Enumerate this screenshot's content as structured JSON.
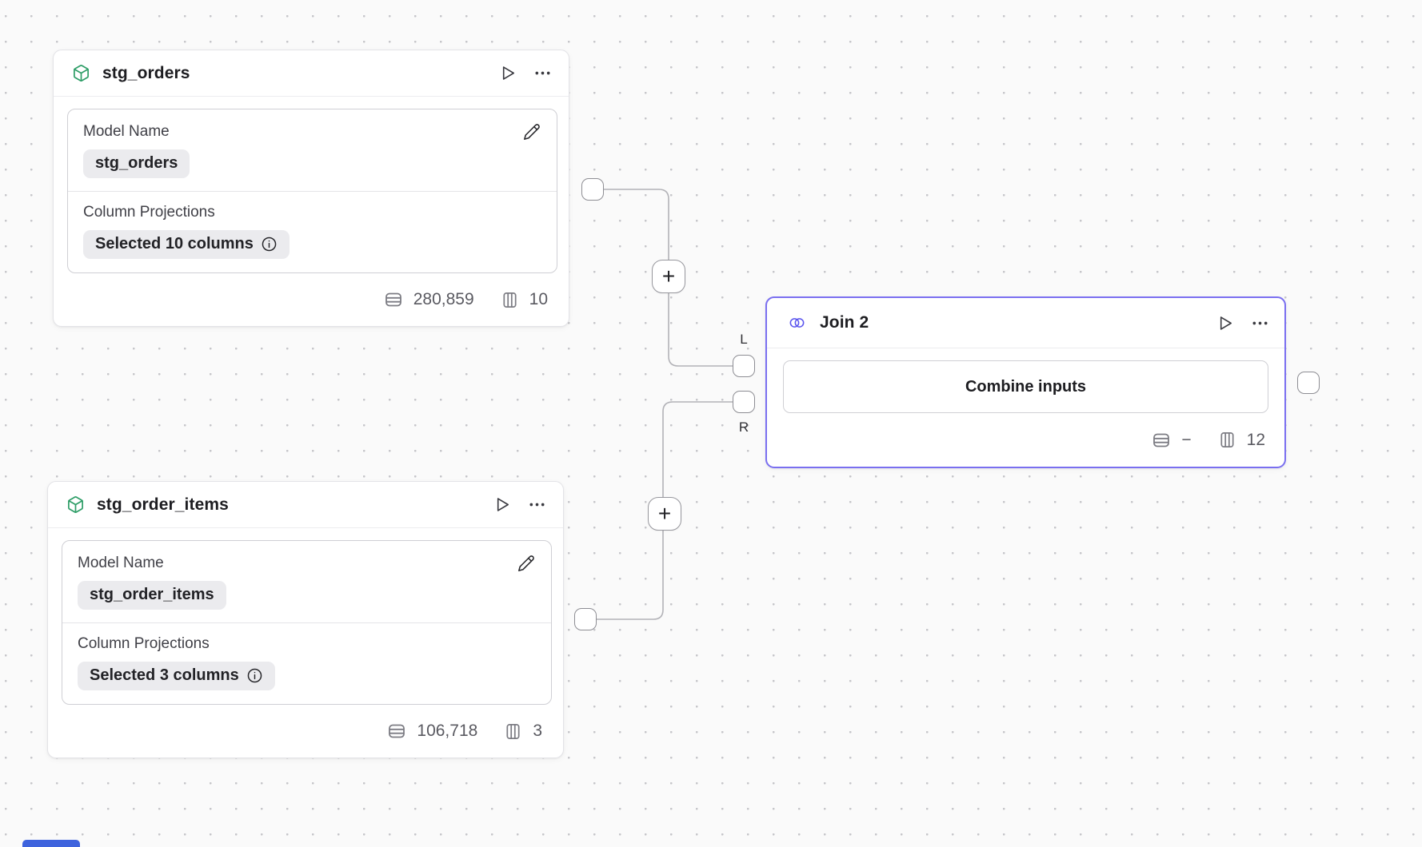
{
  "ui": {
    "add_edge_node_label": "+"
  },
  "nodes": {
    "stg_orders": {
      "title": "stg_orders",
      "model_name_label": "Model Name",
      "model_name_value": "stg_orders",
      "projections_label": "Column Projections",
      "projections_value": "Selected 10 columns",
      "stats": {
        "rows": "280,859",
        "columns": "10"
      }
    },
    "stg_order_items": {
      "title": "stg_order_items",
      "model_name_label": "Model Name",
      "model_name_value": "stg_order_items",
      "projections_label": "Column Projections",
      "projections_value": "Selected 3 columns",
      "stats": {
        "rows": "106,718",
        "columns": "3"
      }
    },
    "join_2": {
      "title": "Join 2",
      "combine_button_label": "Combine inputs",
      "stats": {
        "rows": "−",
        "columns": "12"
      },
      "input_labels": {
        "left": "L",
        "right": "R"
      }
    }
  },
  "colors": {
    "model_icon_green": "#2f9e68",
    "join_accent_violet": "#7a6ff0",
    "join_icon_indigo": "#5b55ee",
    "bottom_left_accent_blue": "#3e63dd"
  }
}
